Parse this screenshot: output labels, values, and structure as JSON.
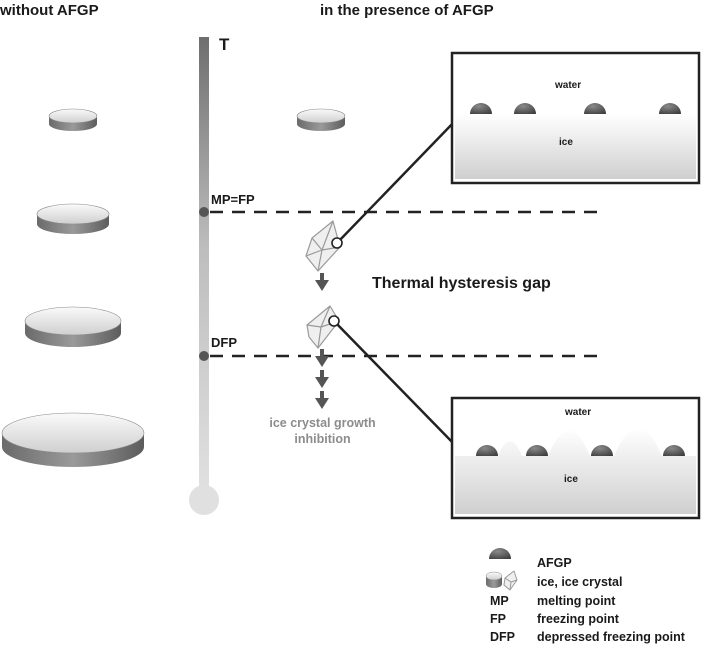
{
  "headers": {
    "left": "without AFGP",
    "right": "in the presence of AFGP"
  },
  "thermometer": {
    "axis_label": "T",
    "mp_fp_label": "MP=FP",
    "dfp_label": "DFP"
  },
  "gap_label": "Thermal hysteresis gap",
  "inhibition_label": [
    "ice crystal growth",
    "inhibition"
  ],
  "inset_top": {
    "water": "water",
    "ice": "ice"
  },
  "inset_bottom": {
    "water": "water",
    "ice": "ice"
  },
  "legend": [
    {
      "symbol": "AFGP",
      "text": "AFGP"
    },
    {
      "symbol": "ice",
      "text": "ice, ice crystal"
    },
    {
      "symbol": "MP",
      "text": "melting point"
    },
    {
      "symbol": "FP",
      "text": "freezing point"
    },
    {
      "symbol": "DFP",
      "text": "depressed freezing point"
    }
  ],
  "colors": {
    "dark": "#4d4d4d",
    "medium": "#7a7a7a",
    "light": "#d9d9d9",
    "text_gray": "#8c8c8c"
  }
}
